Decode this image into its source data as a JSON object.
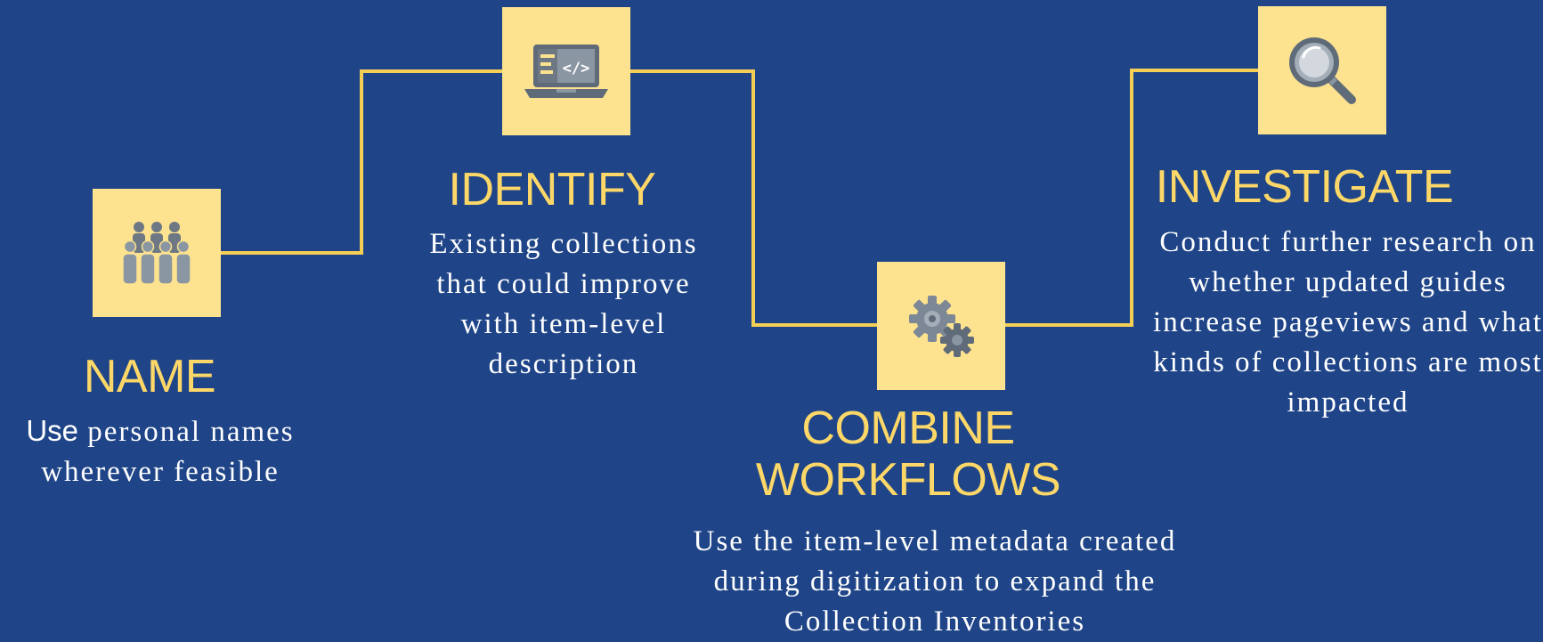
{
  "steps": {
    "name": {
      "title": "NAME",
      "lead": "Use",
      "description": "personal names wherever feasible",
      "icon": "people-group-icon"
    },
    "identify": {
      "title": "IDENTIFY",
      "description": "Existing collections that could improve with item-level description",
      "icon": "laptop-code-icon"
    },
    "combine": {
      "title_line1": "COMBINE",
      "title_line2": "WORKFLOWS",
      "description": "Use the item-level metadata created during digitization to expand the Collection Inventories",
      "icon": "gears-icon"
    },
    "investigate": {
      "title": "INVESTIGATE",
      "description": "Conduct further research on whether updated guides increase pageviews and what kinds of collections are most impacted",
      "icon": "magnifying-glass-icon"
    }
  },
  "colors": {
    "background": "#1f4588",
    "tile": "#fde28f",
    "connector": "#f5cf55",
    "heading": "#fdd868",
    "text": "#ffffff",
    "icon": "#5f6b78"
  }
}
